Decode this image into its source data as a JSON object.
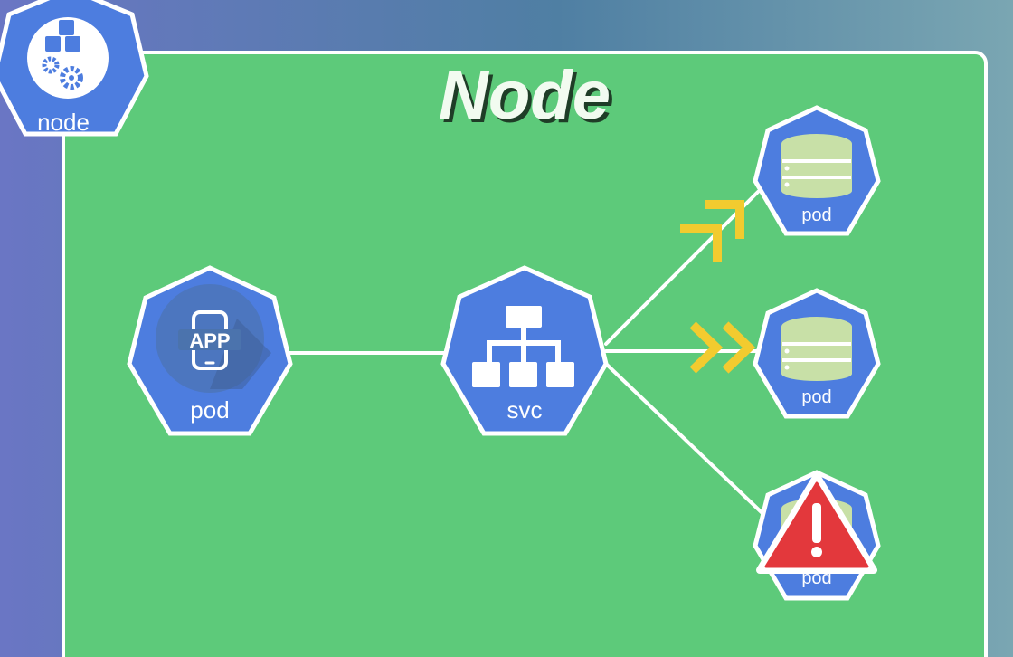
{
  "diagram": {
    "title": "Node",
    "node_badge": {
      "label": "node",
      "icon": "node-cubes-gear-icon"
    },
    "nodes": [
      {
        "id": "client-pod",
        "label": "pod",
        "icon": "app-phone-icon"
      },
      {
        "id": "svc",
        "label": "svc",
        "icon": "service-tree-icon"
      },
      {
        "id": "db-pod-1",
        "label": "pod",
        "icon": "database-icon"
      },
      {
        "id": "db-pod-2",
        "label": "pod",
        "icon": "database-icon"
      },
      {
        "id": "db-pod-3",
        "label": "pod",
        "icon": "database-icon",
        "status": "warning"
      }
    ],
    "edges": [
      {
        "from": "client-pod",
        "to": "svc"
      },
      {
        "from": "svc",
        "to": "db-pod-1",
        "marker": "double-arrow-up-right-icon"
      },
      {
        "from": "svc",
        "to": "db-pod-2",
        "marker": "double-chevron-right-icon"
      },
      {
        "from": "svc",
        "to": "db-pod-3",
        "marker": "none"
      }
    ],
    "colors": {
      "background_start": "#6a76c4",
      "background_mid": "#4f7fa3",
      "background_end": "#7aa6b2",
      "panel": "#5dca7a",
      "panel_border": "#ffffff",
      "hexagon": "#4d7ddf",
      "hexagon_border": "#ffffff",
      "line": "#ffffff",
      "arrow": "#f2cb2f",
      "database": "#c8e0a7",
      "warning": "#e3383c",
      "title_fill": "#f2fbf0",
      "title_shadow": "#1f3d27"
    }
  }
}
